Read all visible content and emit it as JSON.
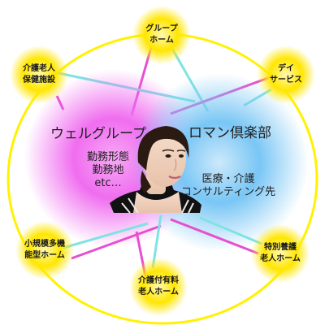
{
  "diagram": {
    "nodes": {
      "group_home": "グループ\nホーム",
      "day_service": "デイ\nサービス",
      "elderly_care_facility": "介護老人\n保健施設",
      "small_multi": "小規模多機\n能型ホーム",
      "paid_nursing_home": "介護付有料\n老人ホーム",
      "special_nursing_home": "特別養護\n老人ホーム"
    },
    "left_group": {
      "title": "ウェルグループ",
      "details": "勤務形態\n勤務地\netc…"
    },
    "right_group": {
      "title": "ロマン倶楽部",
      "details": "医療・介護\nコンサルティング先"
    },
    "colors": {
      "ring": "#fff200",
      "node": "#ffe600",
      "left_circle": "#f27af2",
      "right_circle": "#79c8f5",
      "magenta_link": "#e64fd0",
      "cyan_link": "#7fe3e3"
    }
  }
}
